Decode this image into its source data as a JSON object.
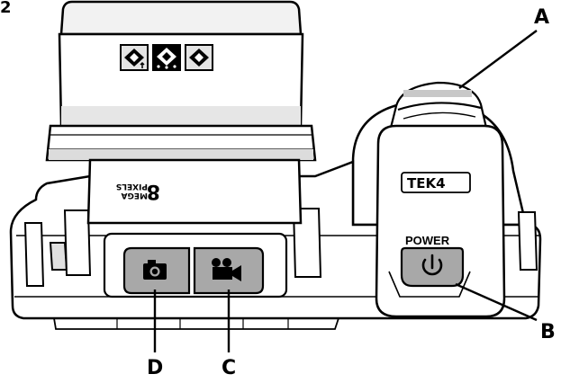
{
  "page_number": "2",
  "callouts": {
    "a": "A",
    "b": "B",
    "c": "C",
    "d": "D"
  },
  "labels": {
    "power": "POWER",
    "brand": "TEK4",
    "megapixels_number": "8",
    "megapixels_mega": "MEGA",
    "megapixels_pixels": "PIXELS"
  },
  "icons": {
    "lens_mode_icons": [
      "scene-tele-icon",
      "scene-macro-icon",
      "scene-normal-icon"
    ],
    "mode_buttons": [
      "camera-icon",
      "video-camera-icon"
    ],
    "power_button": "power-icon"
  },
  "colors": {
    "line": "#000000",
    "lens_shade": "#d6d6d6",
    "button_fill": "#a8a8a8",
    "body": "#ffffff"
  }
}
